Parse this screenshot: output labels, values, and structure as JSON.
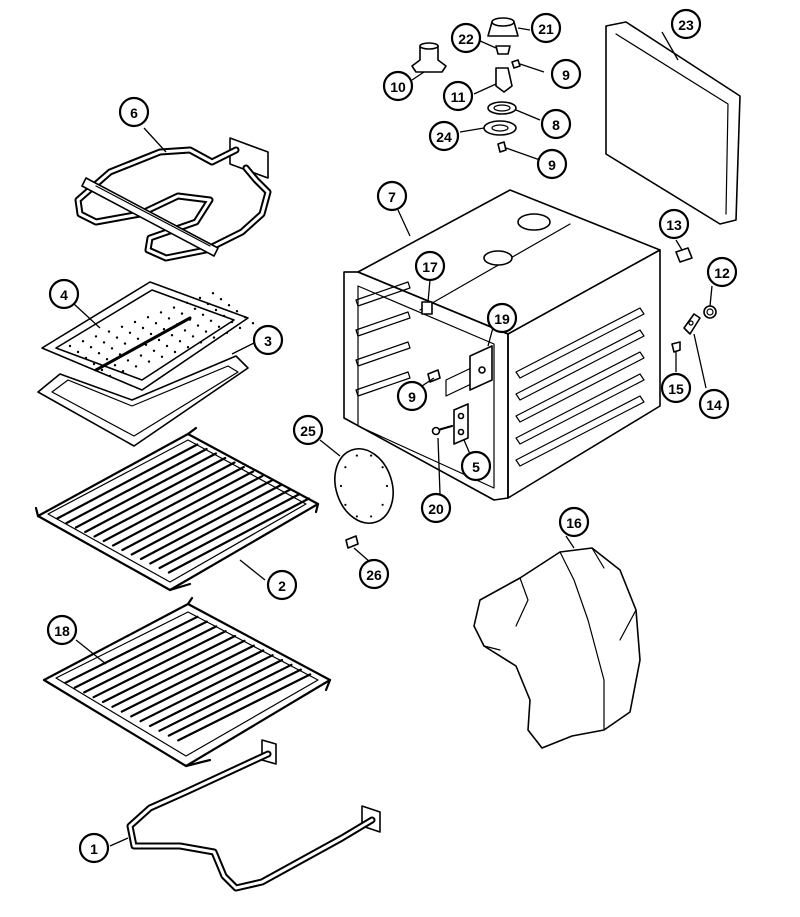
{
  "callouts": [
    {
      "id": "1",
      "label": "1"
    },
    {
      "id": "2",
      "label": "2"
    },
    {
      "id": "3",
      "label": "3"
    },
    {
      "id": "4",
      "label": "4"
    },
    {
      "id": "5",
      "label": "5"
    },
    {
      "id": "6",
      "label": "6"
    },
    {
      "id": "7",
      "label": "7"
    },
    {
      "id": "8",
      "label": "8"
    },
    {
      "id": "9a",
      "label": "9"
    },
    {
      "id": "9b",
      "label": "9"
    },
    {
      "id": "9c",
      "label": "9"
    },
    {
      "id": "10",
      "label": "10"
    },
    {
      "id": "11",
      "label": "11"
    },
    {
      "id": "12",
      "label": "12"
    },
    {
      "id": "13",
      "label": "13"
    },
    {
      "id": "14",
      "label": "14"
    },
    {
      "id": "15",
      "label": "15"
    },
    {
      "id": "16",
      "label": "16"
    },
    {
      "id": "17",
      "label": "17"
    },
    {
      "id": "18",
      "label": "18"
    },
    {
      "id": "19",
      "label": "19"
    },
    {
      "id": "20",
      "label": "20"
    },
    {
      "id": "21",
      "label": "21"
    },
    {
      "id": "22",
      "label": "22"
    },
    {
      "id": "23",
      "label": "23"
    },
    {
      "id": "24",
      "label": "24"
    },
    {
      "id": "25",
      "label": "25"
    },
    {
      "id": "26",
      "label": "26"
    }
  ]
}
